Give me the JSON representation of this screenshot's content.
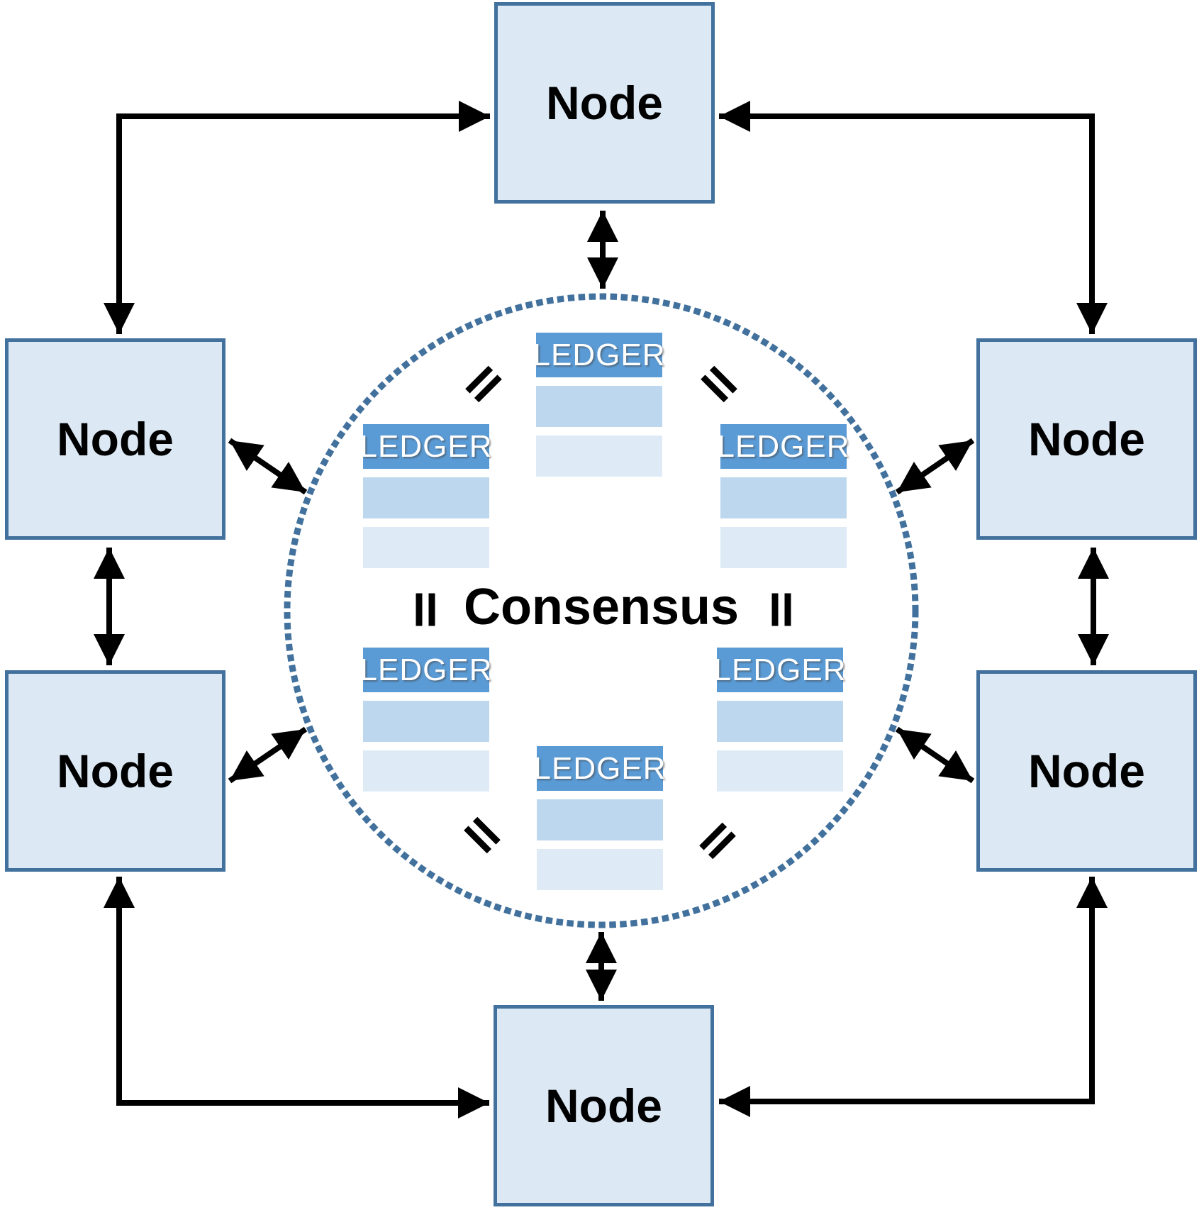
{
  "center": {
    "label": "Consensus"
  },
  "nodes": [
    {
      "id": "top",
      "label": "Node"
    },
    {
      "id": "upper-left",
      "label": "Node"
    },
    {
      "id": "upper-right",
      "label": "Node"
    },
    {
      "id": "lower-left",
      "label": "Node"
    },
    {
      "id": "lower-right",
      "label": "Node"
    },
    {
      "id": "bottom",
      "label": "Node"
    }
  ],
  "ledgers": [
    {
      "id": "top",
      "label": "LEDGER",
      "rows": 2
    },
    {
      "id": "upper-left",
      "label": "LEDGER",
      "rows": 2
    },
    {
      "id": "upper-right",
      "label": "LEDGER",
      "rows": 2
    },
    {
      "id": "lower-left",
      "label": "LEDGER",
      "rows": 2
    },
    {
      "id": "lower-right",
      "label": "LEDGER",
      "rows": 2
    },
    {
      "id": "bottom",
      "label": "LEDGER",
      "rows": 2
    }
  ],
  "equals_marks": [
    {
      "position": "north-west"
    },
    {
      "position": "north-east"
    },
    {
      "position": "west"
    },
    {
      "position": "east"
    },
    {
      "position": "south-west"
    },
    {
      "position": "south-east"
    }
  ],
  "colors": {
    "node_fill": "#DCE9F5",
    "node_border": "#41719C",
    "ledger_header": "#5B9BD5",
    "ledger_row_1": "#BDD7EE",
    "ledger_row_2": "#DEEBF7",
    "circle_dots": "#41719C",
    "arrows": "#000000"
  }
}
